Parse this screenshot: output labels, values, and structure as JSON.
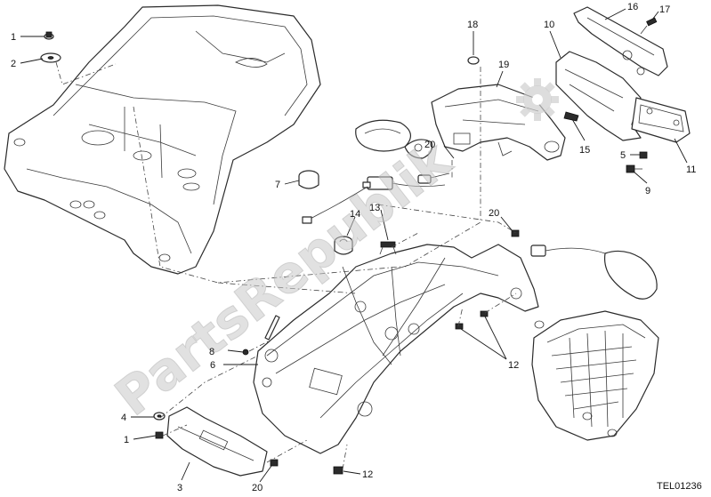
{
  "reference_code": "TEL01236",
  "watermark_text": "PartsRepublik",
  "callouts": [
    {
      "id": "c1a",
      "label": "1"
    },
    {
      "id": "c2a",
      "label": "2"
    },
    {
      "id": "c7",
      "label": "7"
    },
    {
      "id": "c18",
      "label": "18"
    },
    {
      "id": "c19",
      "label": "19"
    },
    {
      "id": "c10",
      "label": "10"
    },
    {
      "id": "c16",
      "label": "16"
    },
    {
      "id": "c17",
      "label": "17"
    },
    {
      "id": "c20a",
      "label": "20"
    },
    {
      "id": "c15",
      "label": "15"
    },
    {
      "id": "c5",
      "label": "5"
    },
    {
      "id": "c9",
      "label": "9"
    },
    {
      "id": "c11",
      "label": "11"
    },
    {
      "id": "c14",
      "label": "14"
    },
    {
      "id": "c13",
      "label": "13"
    },
    {
      "id": "c20b",
      "label": "20"
    },
    {
      "id": "c8",
      "label": "8"
    },
    {
      "id": "c6",
      "label": "6"
    },
    {
      "id": "c12a",
      "label": "12"
    },
    {
      "id": "c4",
      "label": "4"
    },
    {
      "id": "c1b",
      "label": "1"
    },
    {
      "id": "c3",
      "label": "3"
    },
    {
      "id": "c20c",
      "label": "20"
    },
    {
      "id": "c12b",
      "label": "12"
    }
  ],
  "icons": [
    "gear-icon"
  ]
}
